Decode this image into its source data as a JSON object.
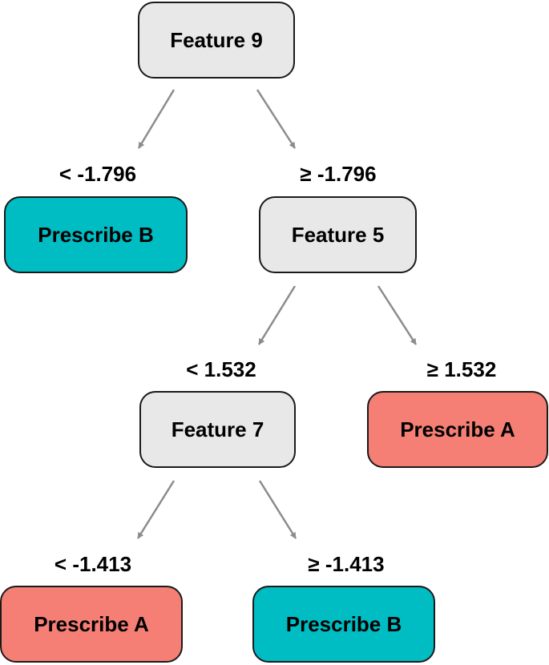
{
  "colors": {
    "decision": "#e8e8e8",
    "prescribe_a": "#f57f74",
    "prescribe_b": "#00bcc3",
    "edge": "#8c8c8c",
    "border": "#1a1a1a"
  },
  "nodes": {
    "root": {
      "label": "Feature 9",
      "kind": "decision"
    },
    "n_b1": {
      "label": "Prescribe B",
      "kind": "prescribe_b"
    },
    "n_f5": {
      "label": "Feature 5",
      "kind": "decision"
    },
    "n_f7": {
      "label": "Feature 7",
      "kind": "decision"
    },
    "n_a1": {
      "label": "Prescribe A",
      "kind": "prescribe_a"
    },
    "n_a2": {
      "label": "Prescribe A",
      "kind": "prescribe_a"
    },
    "n_b2": {
      "label": "Prescribe B",
      "kind": "prescribe_b"
    }
  },
  "edges": [
    {
      "from": "root",
      "to": "n_b1",
      "label": "< -1.796"
    },
    {
      "from": "root",
      "to": "n_f5",
      "label": "≥ -1.796"
    },
    {
      "from": "n_f5",
      "to": "n_f7",
      "label": "< 1.532"
    },
    {
      "from": "n_f5",
      "to": "n_a1",
      "label": "≥ 1.532"
    },
    {
      "from": "n_f7",
      "to": "n_a2",
      "label": "< -1.413"
    },
    {
      "from": "n_f7",
      "to": "n_b2",
      "label": "≥ -1.413"
    }
  ]
}
